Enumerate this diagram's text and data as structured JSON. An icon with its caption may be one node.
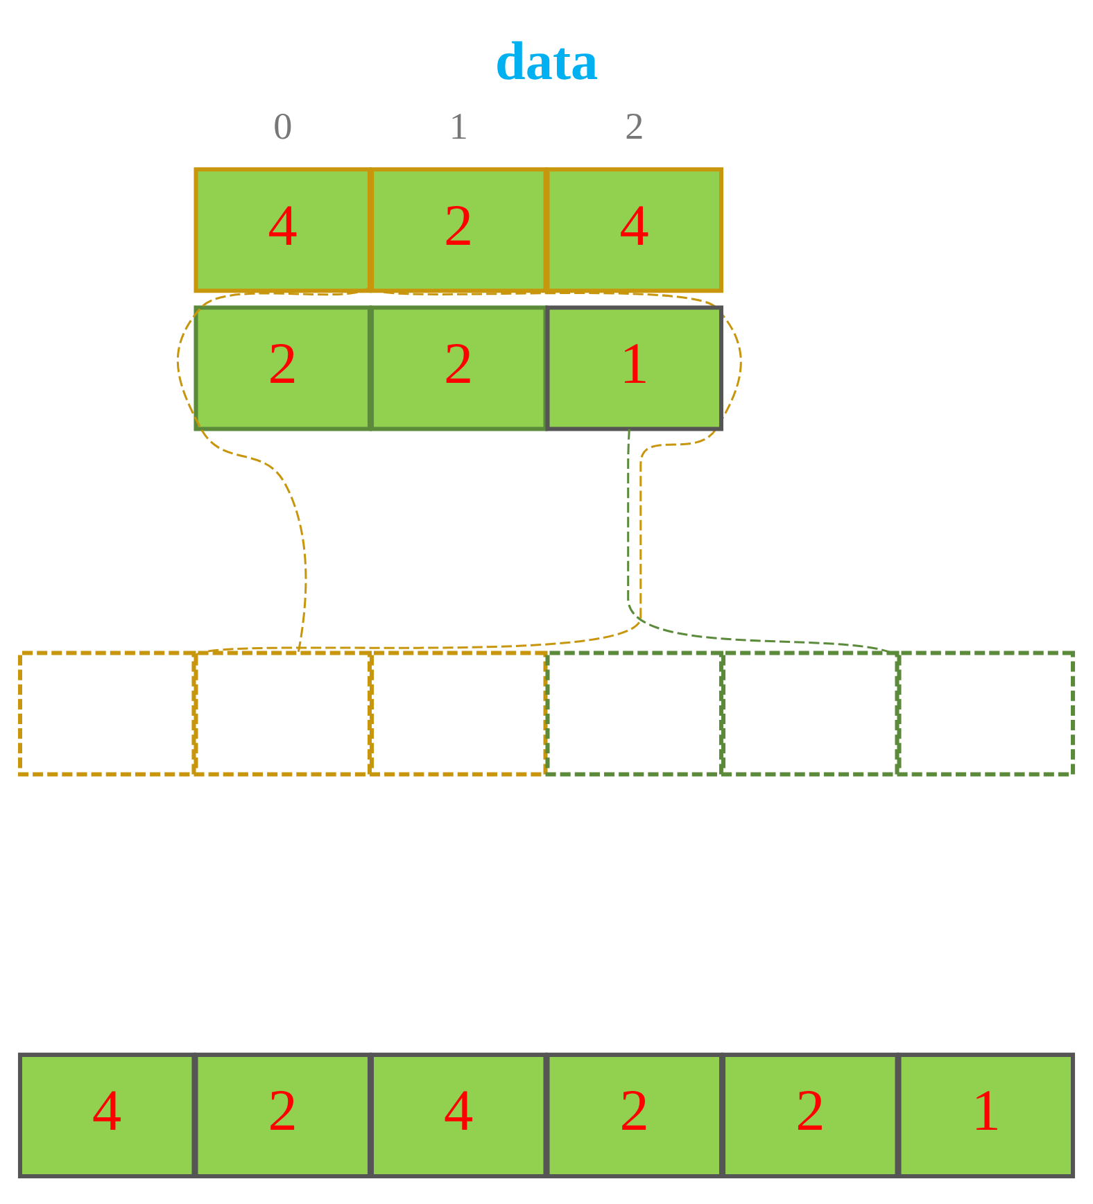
{
  "diagram": {
    "title": "data",
    "nodes": [
      {
        "text": [
          "4"
        ]
      },
      {
        "text": [
          "2"
        ]
      },
      {
        "text": [
          "4"
        ]
      },
      {
        "text": [
          "2"
        ]
      },
      {
        "text": [
          "2"
        ]
      },
      {
        "text": [
          "1"
        ]
      },
      {
        "text": [],
        "shape": "box"
      },
      {
        "text": [],
        "shape": "box"
      },
      {
        "text": [],
        "shape": "box"
      },
      {
        "text": [],
        "shape": "box"
      },
      {
        "text": [],
        "shape": "box"
      },
      {
        "text": [],
        "shape": "box"
      },
      {
        "text": [
          "4"
        ]
      },
      {
        "text": [
          "2"
        ]
      },
      {
        "text": [
          "4"
        ]
      },
      {
        "text": [
          "2"
        ]
      },
      {
        "text": [
          "2"
        ]
      },
      {
        "text": [
          "1"
        ]
      }
    ],
    "edges": [
      {
        "from": 0,
        "to": 6,
        "arrow": "none",
        "style": "dashed"
      },
      {
        "from": 1,
        "to": 7,
        "arrow": "none",
        "style": "dashed"
      },
      {
        "from": 5,
        "to": 11,
        "arrow": "none",
        "style": "dashed",
        "color": "#5a8a3a"
      }
    ],
    "labels": [
      "0",
      "1",
      "2"
    ]
  }
}
